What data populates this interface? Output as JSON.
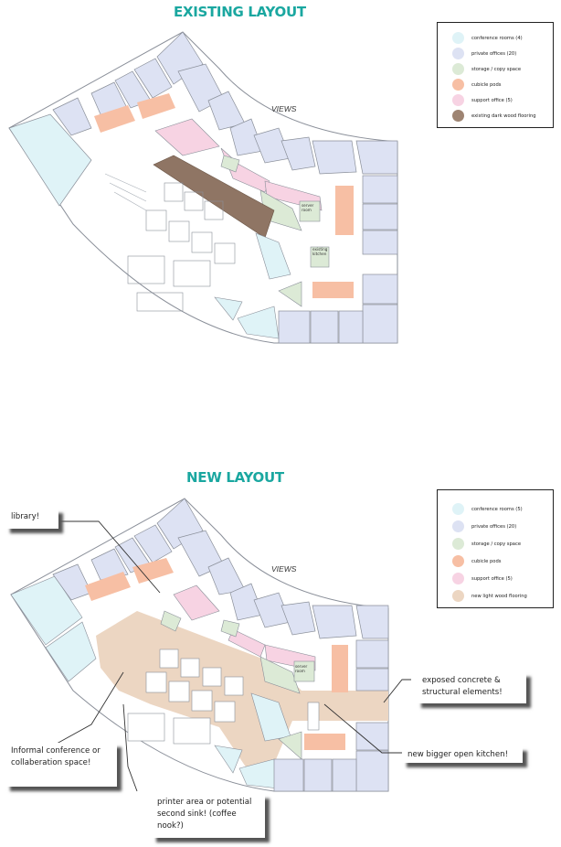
{
  "existing": {
    "title": "EXISTING LAYOUT",
    "views_label": "VIEWS",
    "room_labels": {
      "server_room": "server room",
      "existing_kitchen": "existing kitchen"
    },
    "legend": [
      {
        "label": "conference rooms (4)",
        "color": "#dff3f7"
      },
      {
        "label": "private offices (20)",
        "color": "#dde2f3"
      },
      {
        "label": "storage / copy space",
        "color": "#dcead6"
      },
      {
        "label": "cubicle pods",
        "color": "#f7bfa4"
      },
      {
        "label": "support office (5)",
        "color": "#f7d3e3"
      },
      {
        "label": "existing dark wood flooring",
        "color": "#9e8472"
      }
    ]
  },
  "new": {
    "title": "NEW LAYOUT",
    "views_label": "VIEWS",
    "room_labels": {
      "server_room": "server room"
    },
    "legend": [
      {
        "label": "conference rooms (5)",
        "color": "#dff3f7"
      },
      {
        "label": "private offices (20)",
        "color": "#dde2f3"
      },
      {
        "label": "storage / copy space",
        "color": "#dcead6"
      },
      {
        "label": "cubicle pods",
        "color": "#f7bfa4"
      },
      {
        "label": "support office (5)",
        "color": "#f7d3e3"
      },
      {
        "label": "new light wood flooring",
        "color": "#ecd6c2"
      }
    ],
    "callouts": {
      "library": "library!",
      "informal_conference": "Informal conference or collaberation space!",
      "printer_area": "printer area or potential second sink! (coffee nook?)",
      "exposed_concrete": "exposed concrete & structural elements!",
      "open_kitchen": "new bigger open kitchen!"
    }
  },
  "colors": {
    "title": "#1aa7a0",
    "conference": "#dff3f7",
    "private_office": "#dde2f3",
    "storage": "#dcead6",
    "cubicle": "#f7bfa4",
    "support": "#f7d3e3",
    "dark_wood": "#8f7564",
    "light_wood": "#ecd6c2",
    "wall": "#8a8f99"
  }
}
